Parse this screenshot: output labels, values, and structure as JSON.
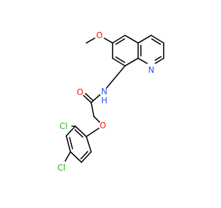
{
  "colors": {
    "bond": "#000000",
    "O": "#ff0d0d",
    "N": "#3050f8",
    "Cl": "#1fb51f",
    "background": "#ffffff"
  },
  "labels": {
    "methoxy_O": "O",
    "quinoline_N": "N",
    "amide_N": "N",
    "amide_H": "H",
    "carbonyl_O": "O",
    "ether_O": "O",
    "Cl_ortho": "Cl",
    "Cl_para": "Cl"
  }
}
